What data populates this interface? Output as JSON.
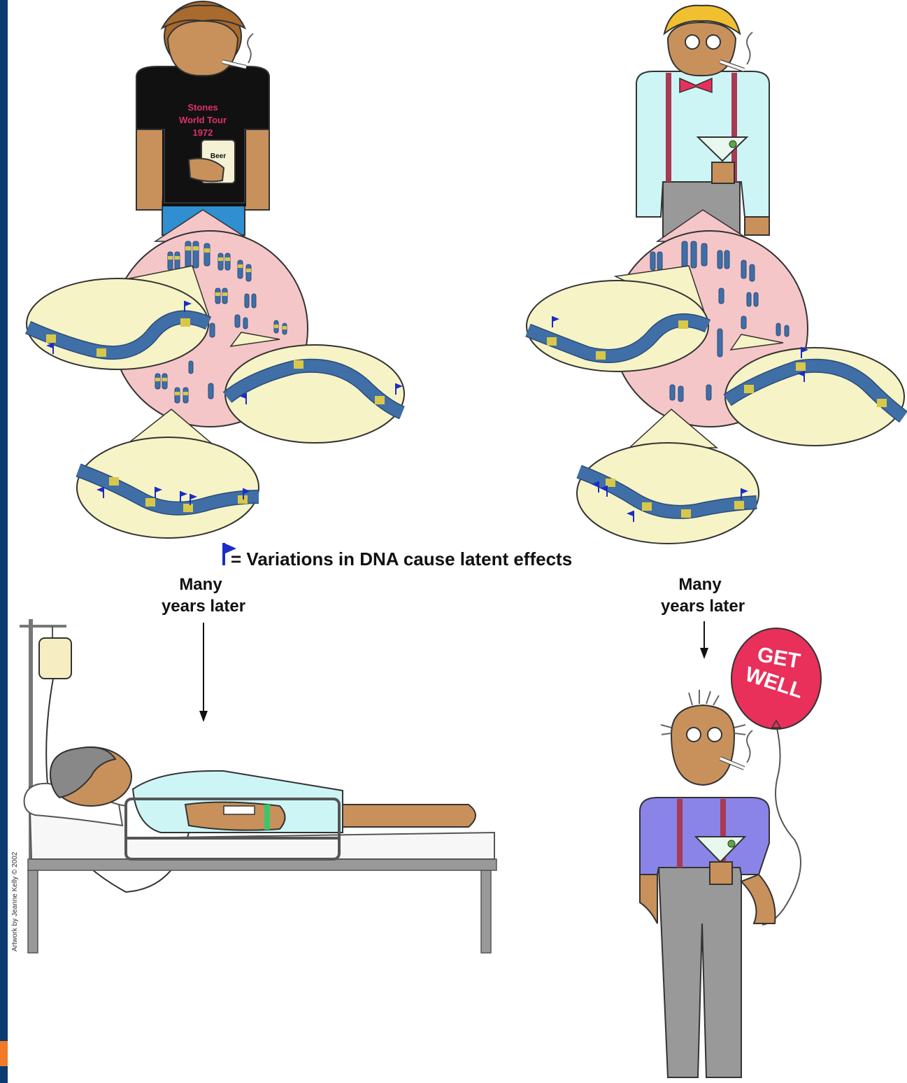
{
  "shirt_text": [
    "Stones",
    "World Tour",
    "1972"
  ],
  "can_text": "Beer",
  "legend_text": "= Variations in DNA cause latent effects",
  "left_caption": [
    "Many",
    "years later"
  ],
  "right_caption": [
    "Many",
    "years later"
  ],
  "balloon_text": [
    "GET",
    "WELL"
  ],
  "credit": "Artwork by Jeanne Kelly © 2002",
  "colors": {
    "frame_blue": "#0b3a6e",
    "frame_orange": "#f07a2a",
    "skin": "#c8915c",
    "nucleus_pink": "#f5c6c8",
    "magnifier_fill": "#f6f3c6",
    "dna_blue": "#3f6fa6",
    "gene_yellow": "#d8c84a",
    "flag_blue": "#1a2cc8",
    "balloon_red": "#e8305a"
  }
}
